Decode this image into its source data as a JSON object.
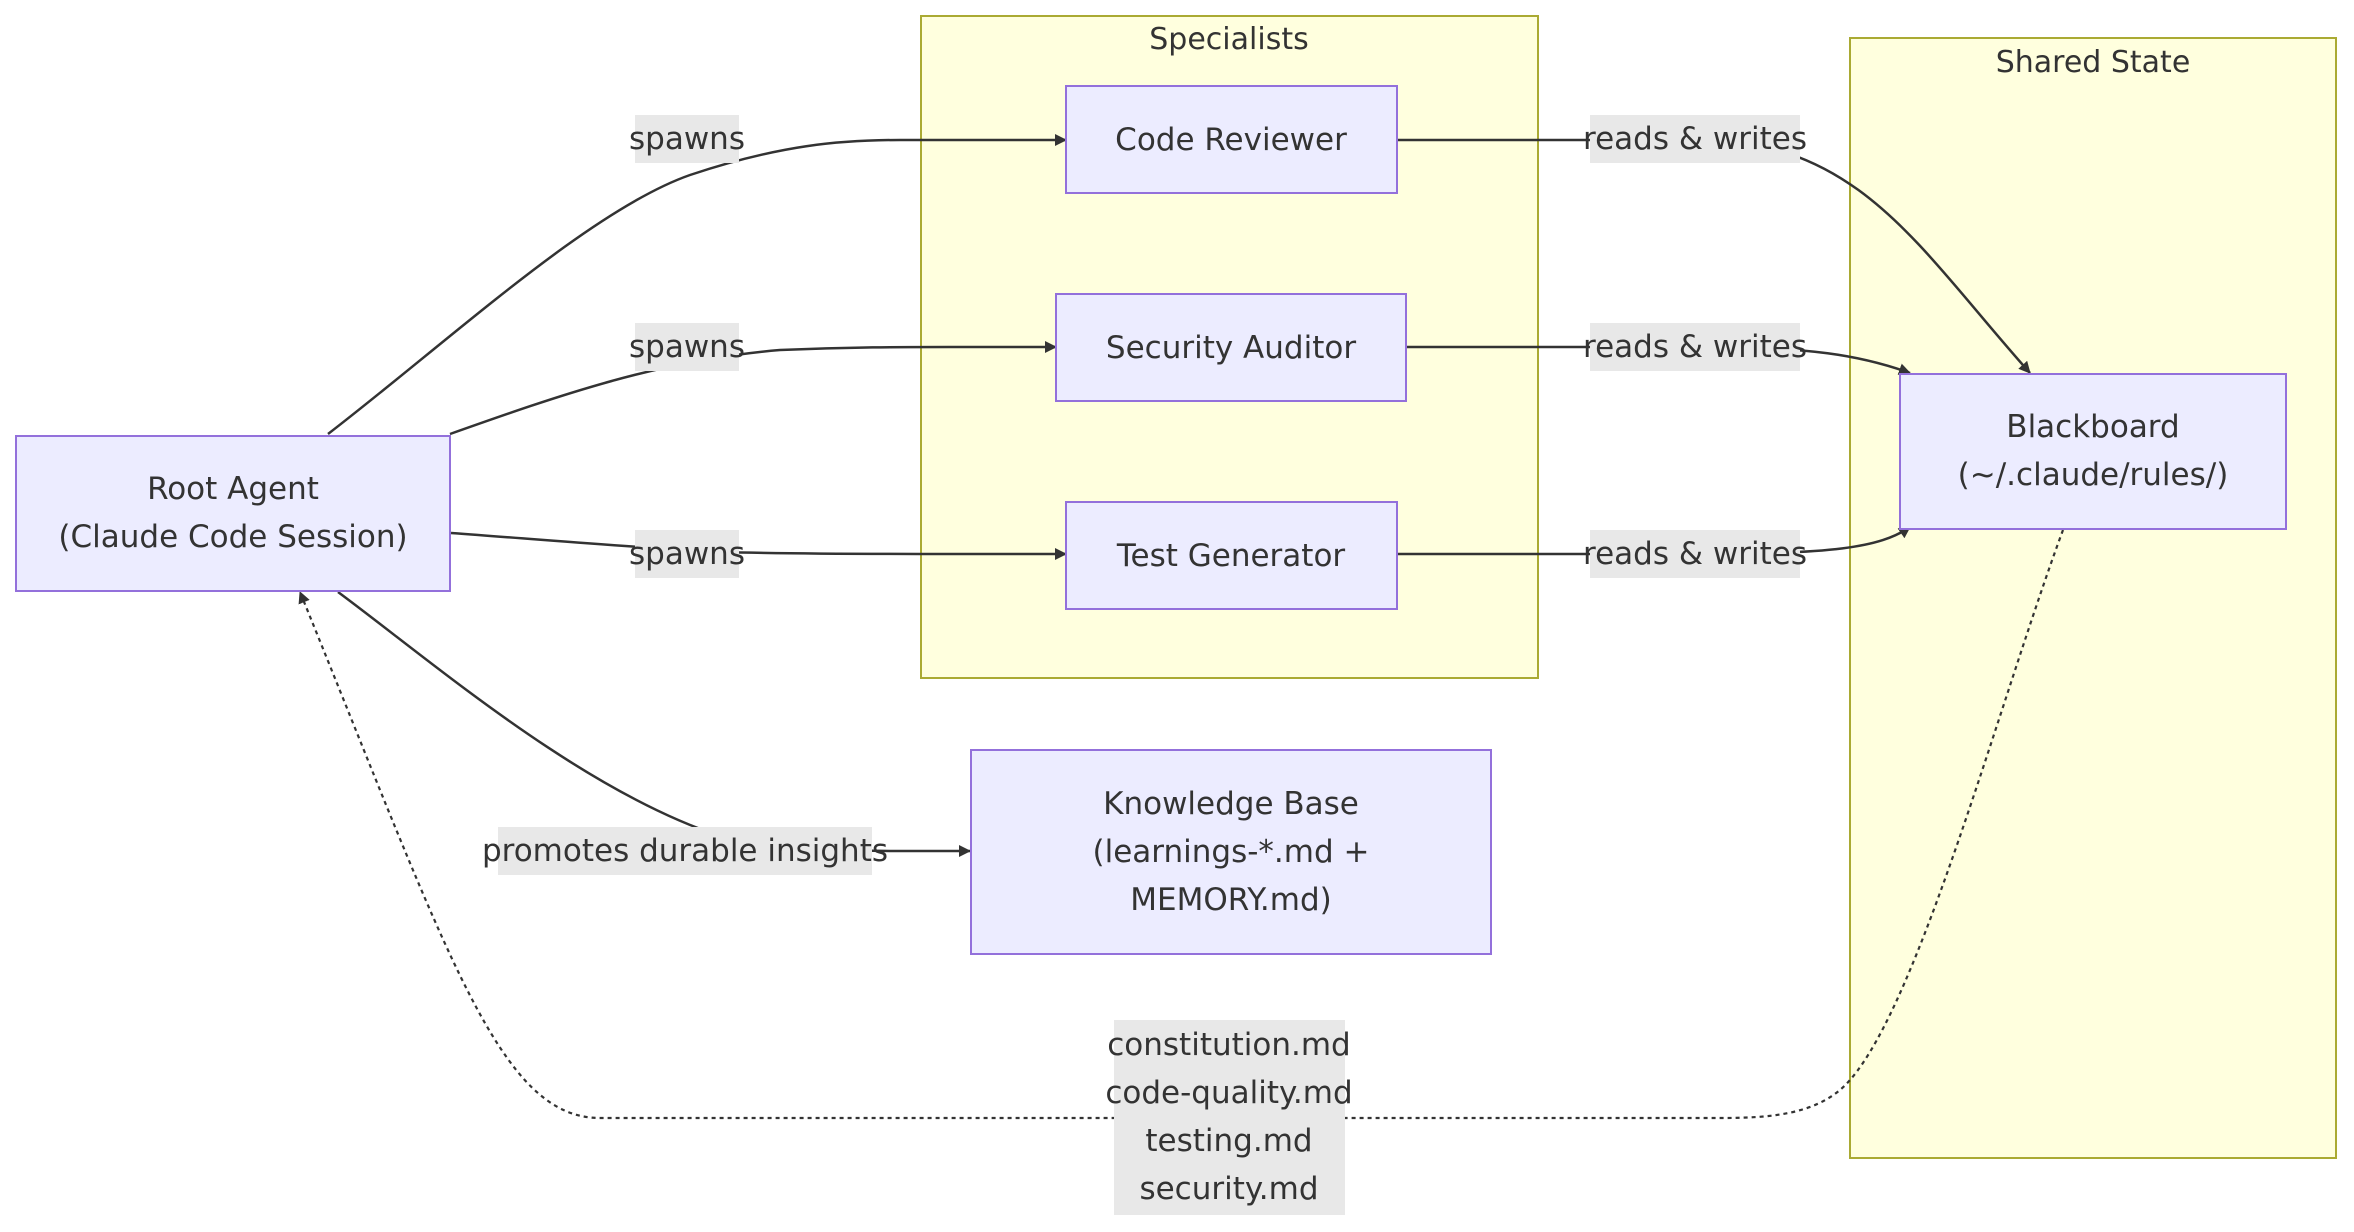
{
  "clusters": {
    "specialists": {
      "title": "Specialists"
    },
    "shared_state": {
      "title": "Shared State"
    }
  },
  "nodes": {
    "root_agent": {
      "lines": [
        "Root Agent",
        "(Claude Code Session)"
      ]
    },
    "code_reviewer": {
      "lines": [
        "Code Reviewer"
      ]
    },
    "security_auditor": {
      "lines": [
        "Security Auditor"
      ]
    },
    "test_generator": {
      "lines": [
        "Test Generator"
      ]
    },
    "blackboard": {
      "lines": [
        "Blackboard",
        "(~/.claude/rules/)"
      ]
    },
    "knowledge_base": {
      "lines": [
        "Knowledge Base",
        "(learnings-*.md +",
        "MEMORY.md)"
      ]
    }
  },
  "edges": {
    "spawns_reviewer": {
      "label": [
        "spawns"
      ]
    },
    "spawns_auditor": {
      "label": [
        "spawns"
      ]
    },
    "spawns_generator": {
      "label": [
        "spawns"
      ]
    },
    "reviewer_blackboard": {
      "label": [
        "reads & writes"
      ]
    },
    "auditor_blackboard": {
      "label": [
        "reads & writes"
      ]
    },
    "generator_blackboard": {
      "label": [
        "reads & writes"
      ]
    },
    "promotes": {
      "label": [
        "promotes durable insights"
      ]
    },
    "rules_feedback": {
      "label": [
        "constitution.md",
        "code-quality.md",
        "testing.md",
        "security.md"
      ]
    }
  },
  "colors": {
    "cluster_fill": "#ffffde",
    "cluster_stroke": "#aaaa33",
    "node_fill": "#ececff",
    "node_stroke": "#9370db",
    "edge": "#333333",
    "label_bg": "#e8e8e8"
  }
}
